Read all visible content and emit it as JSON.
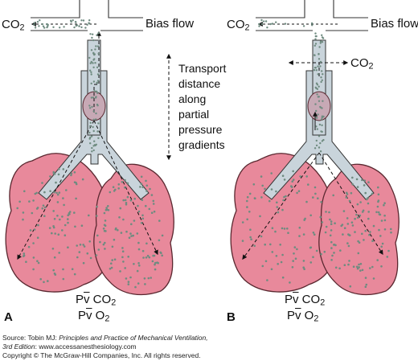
{
  "panel_a": {
    "letter": "A",
    "co2_label": "CO",
    "co2_sub": "2",
    "bias_flow": "Bias flow",
    "transport": [
      "Transport",
      "distance",
      "along",
      "partial",
      "pressure",
      "gradients"
    ],
    "pv_co2": {
      "main": "P",
      "v": "v",
      "suffix": " CO",
      "sub": "2"
    },
    "pv_o2": {
      "main": "P",
      "v": "v",
      "suffix": " O",
      "sub": "2"
    }
  },
  "panel_b": {
    "letter": "B",
    "co2_left_label": "CO",
    "co2_left_sub": "2",
    "co2_right_label": "CO",
    "co2_right_sub": "2",
    "bias_flow": "Bias flow",
    "pv_co2": {
      "main": "P",
      "v": "v",
      "suffix": " CO",
      "sub": "2"
    },
    "pv_o2": {
      "main": "P",
      "v": "v",
      "suffix": " O",
      "sub": "2"
    }
  },
  "source": {
    "prefix": "Source: Tobin MJ: ",
    "title": "Principles and Practice of Mechanical Ventilation,",
    "edition": "3rd Edition",
    "url": ": www.accessanesthesiology.com",
    "copyright": "Copyright © The McGraw-Hill Companies, Inc. All rights reserved."
  },
  "colors": {
    "lung_fill": "#e8899b",
    "lung_stroke": "#5a2830",
    "airway_fill": "#c9d4db",
    "dot": "#6f8b80",
    "balloon": "#c7a9b5"
  }
}
